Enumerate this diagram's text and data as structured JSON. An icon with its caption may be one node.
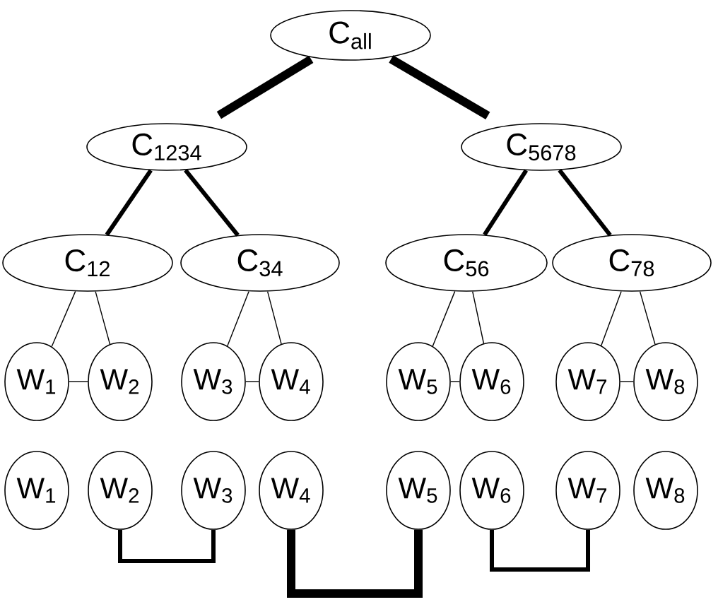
{
  "diagram": {
    "nodes": [
      {
        "text": [
          "C$_{all}$"
        ]
      },
      {
        "text": [
          "C$_{1234}$"
        ]
      },
      {
        "text": [
          "C$_{5678}$"
        ]
      },
      {
        "text": [
          "C$_{12}$"
        ]
      },
      {
        "text": [
          "C$_{34}$"
        ]
      },
      {
        "text": [
          "C$_{56}$"
        ]
      },
      {
        "text": [
          "C$_{78}$"
        ]
      },
      {
        "text": [
          "W$_{1}$"
        ]
      },
      {
        "text": [
          "W$_{2}$"
        ]
      },
      {
        "text": [
          "W$_{3}$"
        ]
      },
      {
        "text": [
          "W$_{4}$"
        ]
      },
      {
        "text": [
          "W$_{5}$"
        ]
      },
      {
        "text": [
          "W$_{6}$"
        ]
      },
      {
        "text": [
          "W$_{7}$"
        ]
      },
      {
        "text": [
          "W$_{8}$"
        ]
      },
      {
        "text": [
          "W$_{1}$"
        ]
      },
      {
        "text": [
          "W$_{2}$"
        ]
      },
      {
        "text": [
          "W$_{3}$"
        ]
      },
      {
        "text": [
          "W$_{4}$"
        ]
      },
      {
        "text": [
          "W$_{5}$"
        ]
      },
      {
        "text": [
          "W$_{6}$"
        ]
      },
      {
        "text": [
          "W$_{7}$"
        ]
      },
      {
        "text": [
          "W$_{8}$"
        ]
      }
    ],
    "edges": [
      {
        "from": 0,
        "to": 1,
        "arrow": "none",
        "style": "thick"
      },
      {
        "from": 0,
        "to": 2,
        "arrow": "none",
        "style": "thick"
      },
      {
        "from": 1,
        "to": 3,
        "arrow": "none",
        "style": "thick"
      },
      {
        "from": 1,
        "to": 4,
        "arrow": "none",
        "style": "thick"
      },
      {
        "from": 2,
        "to": 5,
        "arrow": "none",
        "style": "thick"
      },
      {
        "from": 2,
        "to": 6,
        "arrow": "none",
        "style": "thick"
      },
      {
        "from": 3,
        "to": 7,
        "arrow": "none"
      },
      {
        "from": 3,
        "to": 8,
        "arrow": "none"
      },
      {
        "from": 4,
        "to": 9,
        "arrow": "none"
      },
      {
        "from": 4,
        "to": 10,
        "arrow": "none"
      },
      {
        "from": 5,
        "to": 11,
        "arrow": "none"
      },
      {
        "from": 5,
        "to": 12,
        "arrow": "none"
      },
      {
        "from": 6,
        "to": 13,
        "arrow": "none"
      },
      {
        "from": 6,
        "to": 14,
        "arrow": "none"
      },
      {
        "from": 7,
        "to": 8,
        "arrow": "none"
      },
      {
        "from": 9,
        "to": 10,
        "arrow": "none"
      },
      {
        "from": 11,
        "to": 12,
        "arrow": "none"
      },
      {
        "from": 13,
        "to": 14,
        "arrow": "none"
      },
      {
        "from": 16,
        "to": 17,
        "arrow": "none",
        "style": "thick"
      },
      {
        "from": 18,
        "to": 19,
        "arrow": "none",
        "style": "thick"
      },
      {
        "from": 20,
        "to": 21,
        "arrow": "none",
        "style": "thick"
      }
    ]
  }
}
